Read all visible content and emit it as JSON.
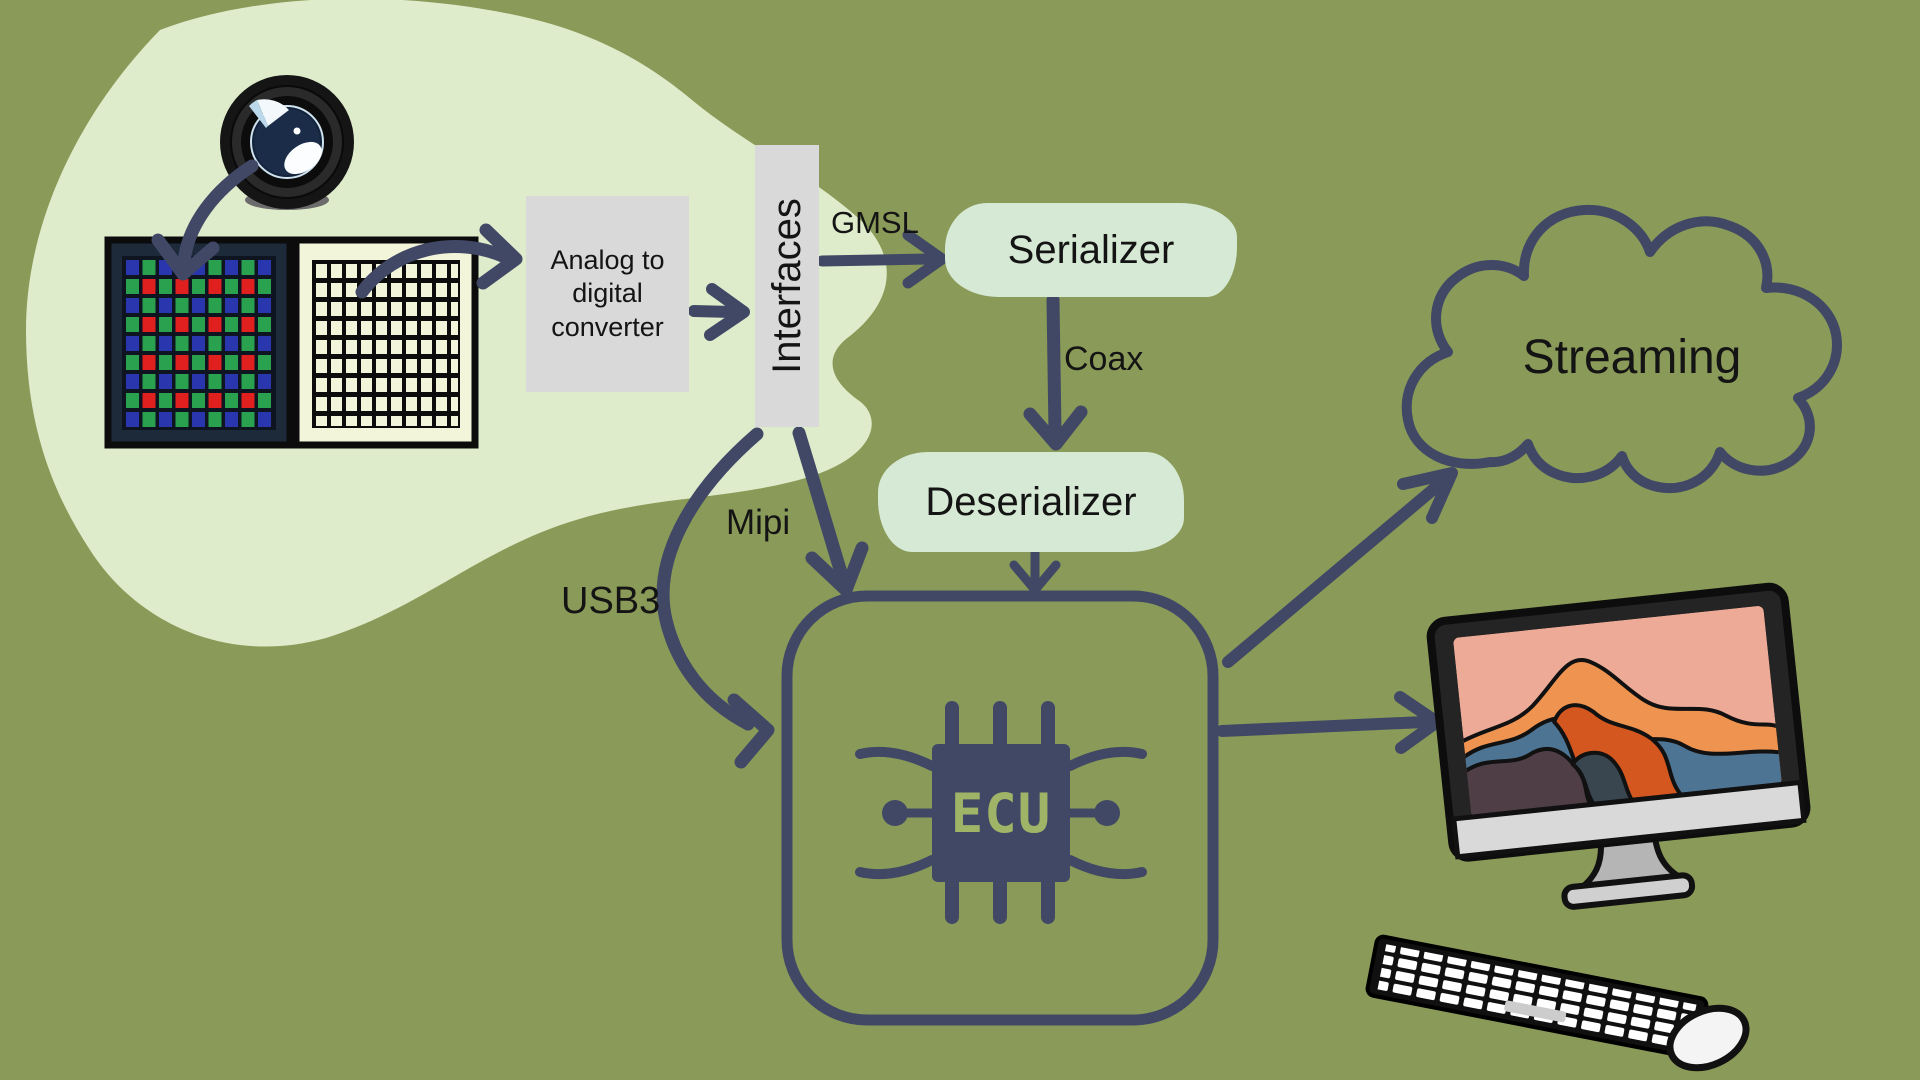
{
  "nodes": {
    "adc": {
      "label": "Analog to digital converter"
    },
    "interfaces": {
      "label": "Interfaces"
    },
    "serializer": {
      "label": "Serializer"
    },
    "deserializer": {
      "label": "Deserializer"
    },
    "ecu": {
      "label": "ECU"
    },
    "streaming": {
      "label": "Streaming"
    }
  },
  "edges": {
    "gmsl": {
      "label": "GMSL"
    },
    "coax": {
      "label": "Coax"
    },
    "mipi": {
      "label": "Mipi"
    },
    "usb3": {
      "label": "USB3"
    }
  },
  "icons": {
    "camera_lens": "camera-lens-icon",
    "bayer_sensor": "bayer-sensor-icon",
    "mono_sensor": "mono-sensor-icon",
    "ecu_chip": "ecu-chip-icon",
    "cloud": "cloud-icon",
    "computer": "computer-monitor-icon",
    "keyboard": "keyboard-icon",
    "mouse": "mouse-icon"
  },
  "colors": {
    "background": "#8a9a58",
    "sensor_blob": "#dfeccb",
    "pill": "#d6e9d4",
    "gray_box": "#d9d9d9",
    "line": "#414866",
    "ecu_text": "#9fb467"
  }
}
